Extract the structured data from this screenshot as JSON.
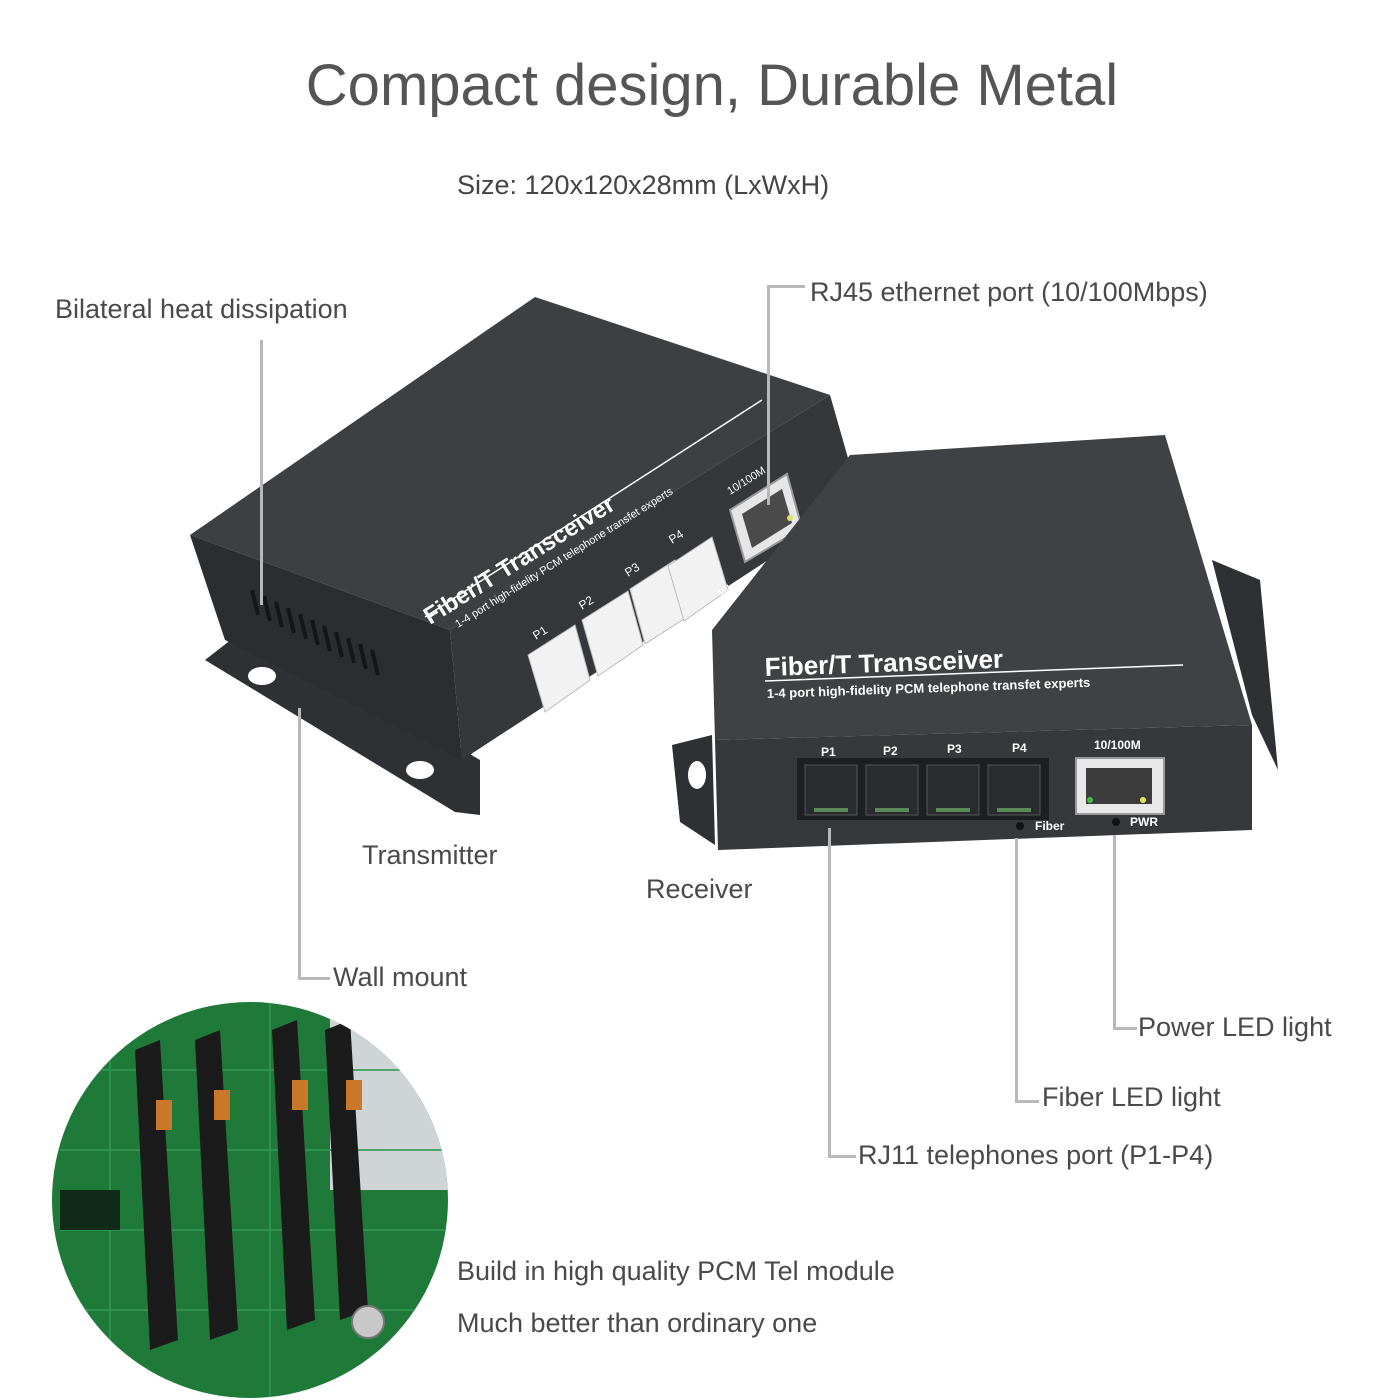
{
  "title": "Compact design, Durable Metal",
  "size": "Size: 120x120x28mm (LxWxH)",
  "callouts": {
    "heat": "Bilateral heat dissipation",
    "rj45": "RJ45 ethernet port (10/100Mbps)",
    "transmitter": "Transmitter",
    "receiver": "Receiver",
    "wall_mount": "Wall mount",
    "power_led": "Power LED light",
    "fiber_led": "Fiber LED light",
    "rj11": "RJ11 telephones port (P1-P4)",
    "module_line1": "Build in high quality PCM Tel module",
    "module_line2": "Much better than ordinary one"
  },
  "device": {
    "brand": "Fiber/T  Transceiver",
    "tagline": "1-4 port high-fidelity PCM telephone transfet experts",
    "ports": [
      "P1",
      "P2",
      "P3",
      "P4"
    ],
    "eth_label": "10/100M",
    "fiber_label": "Fiber",
    "pwr_label": "PWR"
  },
  "colors": {
    "device_body": "#3a3c40",
    "board_green": "#1f7a3a"
  }
}
